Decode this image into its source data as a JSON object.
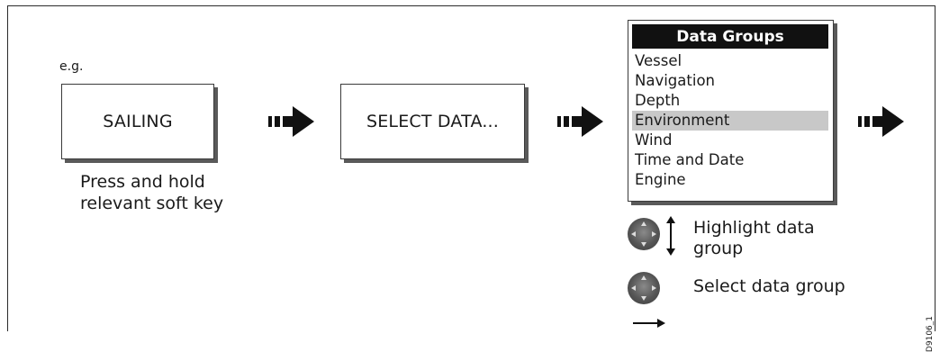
{
  "example_label": "e.g.",
  "softkey_1": "SAILING",
  "softkey_2": "SELECT DATA...",
  "caption": [
    "Press and hold",
    "relevant soft key"
  ],
  "menu": {
    "title": "Data Groups",
    "items": [
      {
        "label": "Vessel"
      },
      {
        "label": "Navigation"
      },
      {
        "label": "Depth"
      },
      {
        "label": "Environment",
        "highlighted": true
      },
      {
        "label": "Wind"
      },
      {
        "label": "Time and Date"
      },
      {
        "label": "Engine"
      }
    ]
  },
  "instructions": {
    "highlight": [
      "Highlight data",
      "group"
    ],
    "select": "Select data group"
  },
  "figure_id": "D9106_1",
  "colors": {
    "menu_header": "#111111",
    "highlight": "#c8c8c8",
    "knob": "#555555"
  }
}
